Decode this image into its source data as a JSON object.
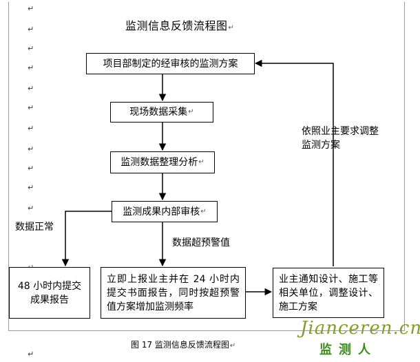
{
  "diagram": {
    "title": "监测信息反馈流程图",
    "caption": "图  17 监测信息反馈流程图",
    "paragraph_mark": "↵",
    "nodes": {
      "plan": "项目部制定的经审核的监测方案",
      "collect": "现场数据采集",
      "analyze": "监测数据整理分析",
      "review": "监测成果内部审核",
      "report48": "48 小时内提交成果报告",
      "alarm": "立即上报业主并在 24 小时内提交书面报告，同时按超预警值方案增加监测频率",
      "notify": "业主通知设计、施工等相关单位，调整设计、施工方案"
    },
    "edge_labels": {
      "normal": "数据正常",
      "over": "数据超预警值",
      "adjust": "依照业主要求调整监测方案"
    }
  },
  "watermark": {
    "top": "Jianceren.cn",
    "bottom": "监测人"
  }
}
